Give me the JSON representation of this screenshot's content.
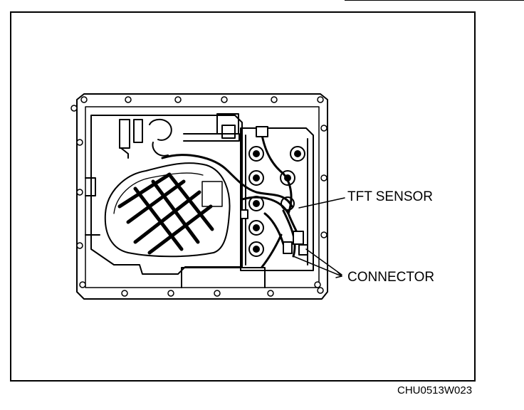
{
  "labels": {
    "tft_sensor": "TFT SENSOR",
    "connector": "CONNECTOR"
  },
  "figure_code": "CHU0513W023",
  "colors": {
    "ink": "#000000",
    "paper": "#ffffff"
  }
}
